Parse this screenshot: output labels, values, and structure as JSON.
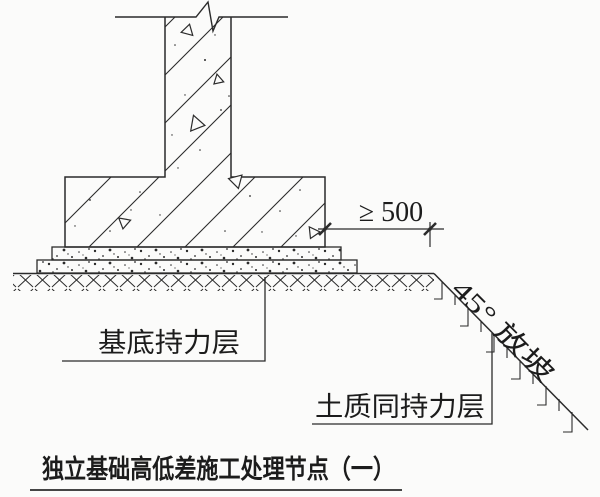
{
  "colors": {
    "line": "#2b2b2b",
    "background": "#fbfbfa",
    "text": "#1c1c1c"
  },
  "diagram": {
    "dimension_label": "≥ 500",
    "slope_label": "45° 放坡",
    "bearing_layer_label": "基底持力层",
    "soil_layer_label": "土质同持力层",
    "title": "独立基础高低差施工处理节点（一）"
  }
}
